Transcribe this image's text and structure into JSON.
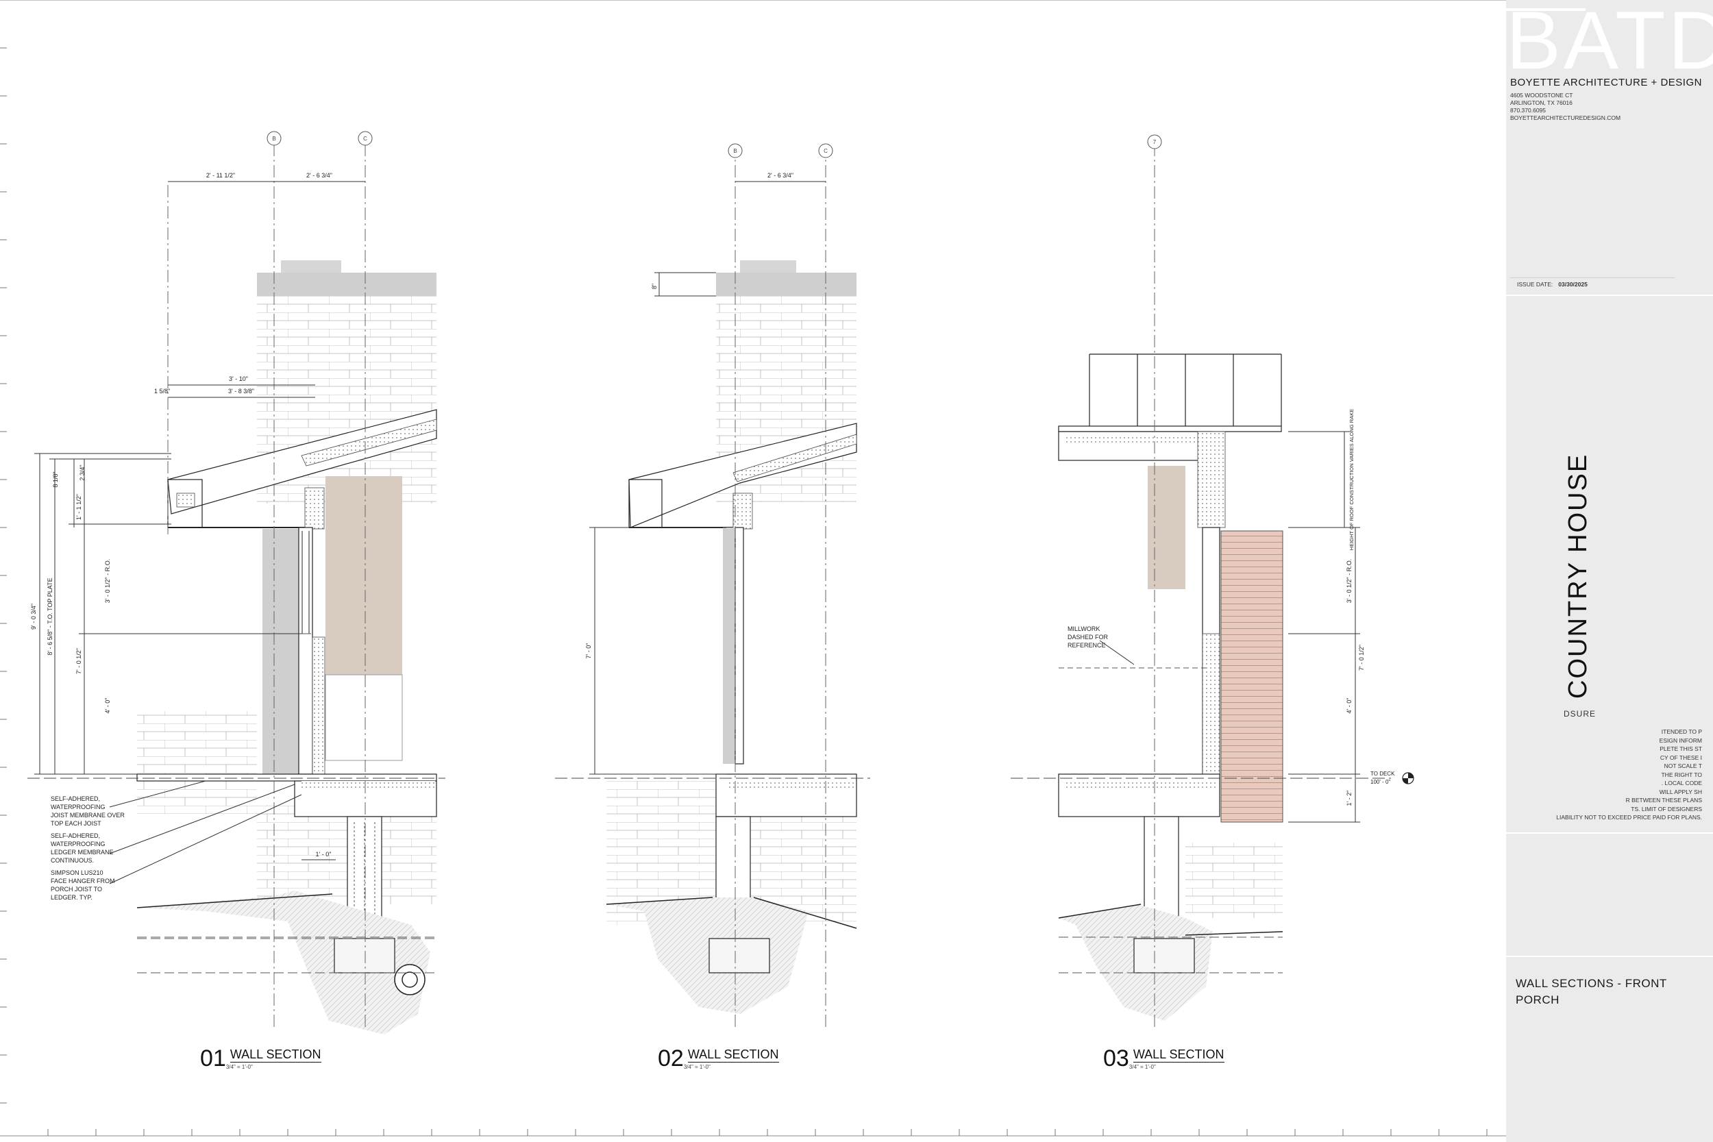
{
  "title_block": {
    "logo_text": "BATD",
    "firm_name": "BOYETTE ARCHITECTURE + DESIGN",
    "address_line1": "4605 WOODSTONE CT",
    "address_line2": "ARLINGTON, TX 76016",
    "phone": "870.370.6095",
    "website": "BOYETTEARCHITECTUREDESIGN.COM",
    "issue_date_label": "ISSUE DATE:",
    "issue_date": "03/30/2025",
    "project_name": "COUNTRY HOUSE",
    "disclosure_heading": "DSURE",
    "disclosure_text": "ITENDED TO P\nESIGN INFORM\nPLETE THIS ST\nCY OF THESE I\nNOT SCALE T\nTHE RIGHT TO\n. LOCAL CODE\nWILL APPLY SH\nR BETWEEN THESE PLANS\nTS. LIMIT OF DESIGNERS\nLIABILITY NOT TO EXCEED PRICE PAID FOR PLANS.",
    "sheet_title": "WALL SECTIONS - FRONT PORCH"
  },
  "sections": [
    {
      "number": "01",
      "title": "WALL SECTION",
      "scale": "3/4\" = 1'-0\""
    },
    {
      "number": "02",
      "title": "WALL SECTION",
      "scale": "3/4\" = 1'-0\""
    },
    {
      "number": "03",
      "title": "WALL SECTION",
      "scale": "3/4\" = 1'-0\""
    }
  ],
  "grid_bubbles": {
    "s1_b": "B",
    "s1_c": "C",
    "s2_b": "B",
    "s2_c": "C",
    "s3_7": "7"
  },
  "dimensions": {
    "s1_top_left": "2' - 11 1/2\"",
    "s1_top_right": "2' - 6 3/4\"",
    "s1_overhang_a": "3' - 10\"",
    "s1_overhang_b": "3' - 8 3/8\"",
    "s1_overhang_c": "1 5/8\"",
    "s1_v_a": "8 1/8\"",
    "s1_v_b": "2 3/4\"",
    "s1_v_c": "1' - 1 1/2\"",
    "s1_v_ro": "3' - 0 1/2\" - R.O.",
    "s1_v_head": "7' - 0 1/2\"",
    "s1_v_low": "4' - 0\"",
    "s1_v_plate": "8' - 6 5/8\" - T.O. TOP PLATE",
    "s1_v_total": "9' - 0 3/4\"",
    "s1_footing": "1' - 0\"",
    "s2_top": "2' - 6 3/4\"",
    "s2_parapet": "8\"",
    "s2_v_head": "7' - 0\"",
    "s3_v_roof": "HEIGHT OF ROOF CONSTRUCTION VARIES ALONG RAKE",
    "s3_v_ro": "3' - 0 1/2\" - R.O.",
    "s3_v_head": "7' - 0 1/2\"",
    "s3_v_low": "4' - 0\"",
    "s3_v_base": "1' - 2\"",
    "s3_deck_label": "TO DECK",
    "s3_deck_value": "100' - 0\""
  },
  "notes": {
    "joist_membrane": "SELF-ADHERED,\nWATERPROOFING\nJOIST MEMBRANE OVER\nTOP EACH JOIST",
    "ledger_membrane": "SELF-ADHERED,\nWATERPROOFING\nLEDGER MEMBRANE\nCONTINUOUS.",
    "hanger": "SIMPSON LUS210\nFACE HANGER FROM\nPORCH JOIST TO\nLEDGER. TYP.",
    "millwork": "MILLWORK\nDASHED FOR\nREFERENCE"
  },
  "colors": {
    "title_block_bg": "#ebebeb",
    "stone_fill": "#cfcfcf",
    "cabinet_fill": "#d8cbc0",
    "siding_fill": "#e8c9bd",
    "line": "#222222"
  }
}
